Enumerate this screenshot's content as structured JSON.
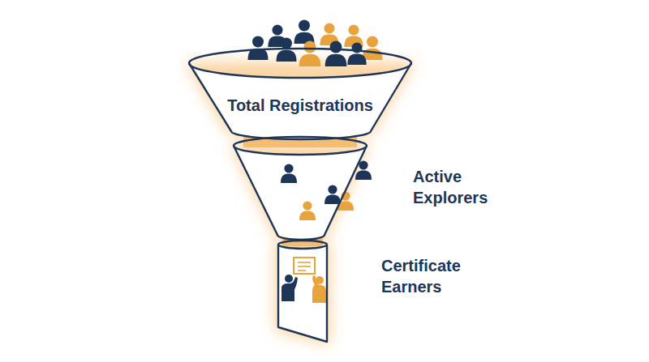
{
  "diagram": {
    "nodes": [
      {
        "text": [
          "Total Registrations"
        ]
      },
      {
        "text": [
          "Active Explorers"
        ]
      },
      {
        "text": [
          "Certificate Earners"
        ]
      }
    ]
  }
}
